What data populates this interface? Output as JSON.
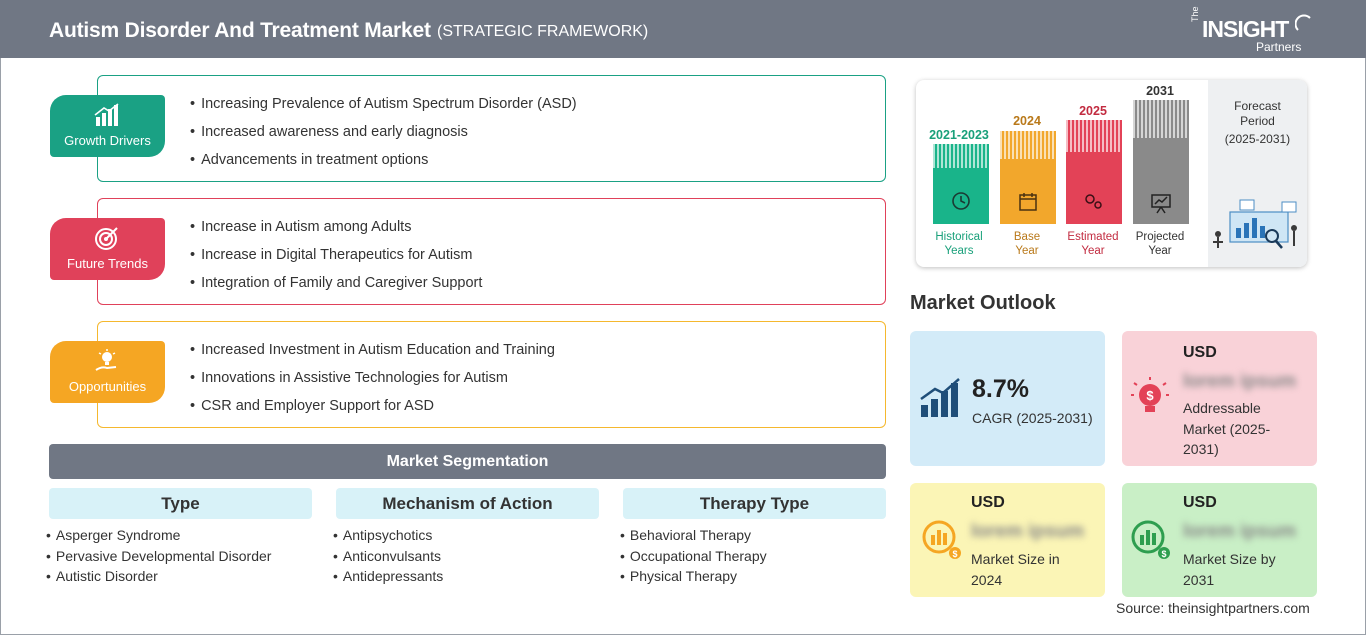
{
  "header": {
    "title": "Autism Disorder And Treatment Market",
    "subtitle": "(STRATEGIC FRAMEWORK)",
    "logo": {
      "the": "The",
      "brand": "INSIGHT",
      "partners": "Partners"
    }
  },
  "colors": {
    "header_bg": "#707784",
    "growth": "#1aa184",
    "trends": "#e0415a",
    "opportunities": "#f5a623",
    "historical": "#19b48a",
    "base": "#f2a72c",
    "estimated": "#e34257",
    "projected": "#8a8a8a"
  },
  "frameworks": [
    {
      "badge": "Growth Drivers",
      "icon": "bar-growth-icon",
      "items": [
        "Increasing Prevalence of Autism Spectrum Disorder (ASD)",
        "Increased awareness and early diagnosis",
        "Advancements in treatment options"
      ]
    },
    {
      "badge": "Future Trends",
      "icon": "target-icon",
      "items": [
        "Increase in Autism among Adults",
        "Increase in Digital Therapeutics for Autism",
        "Integration of Family and Caregiver Support"
      ]
    },
    {
      "badge": "Opportunities",
      "icon": "lightbulb-hand-icon",
      "items": [
        "Increased Investment in Autism Education and Training",
        "Innovations in Assistive Technologies for Autism",
        "CSR and Employer Support for ASD"
      ]
    }
  ],
  "segmentation": {
    "title": "Market Segmentation",
    "columns": [
      {
        "head": "Type",
        "items": [
          "Asperger Syndrome",
          "Pervasive Developmental Disorder",
          "Autistic Disorder"
        ]
      },
      {
        "head": "Mechanism of Action",
        "items": [
          "Antipsychotics",
          "Anticonvulsants",
          "Antidepressants"
        ]
      },
      {
        "head": "Therapy Type",
        "items": [
          "Behavioral Therapy",
          "Occupational Therapy",
          "Physical Therapy"
        ]
      }
    ]
  },
  "timeline": {
    "bars": [
      {
        "year": "2021-2023",
        "label_line1": "Historical",
        "label_line2": "Years",
        "icon": "history-icon"
      },
      {
        "year": "2024",
        "label_line1": "Base",
        "label_line2": "Year",
        "icon": "calendar-icon"
      },
      {
        "year": "2025",
        "label_line1": "Estimated",
        "label_line2": "Year",
        "icon": "gears-icon"
      },
      {
        "year": "2031",
        "label_line1": "Projected",
        "label_line2": "Year",
        "icon": "presentation-icon"
      }
    ],
    "forecast_line1": "Forecast",
    "forecast_line2": "Period",
    "forecast_line3": "(2025-2031)"
  },
  "outlook": {
    "title": "Market Outlook",
    "cagr": {
      "value": "8.7%",
      "label": "CAGR (2025-2031)"
    },
    "addressable": {
      "currency": "USD",
      "value": "lorem ipsum",
      "label_line1": "Addressable",
      "label_line2": "Market (2025-",
      "label_line3": "2031)"
    },
    "size2024": {
      "currency": "USD",
      "value": "lorem ipsum",
      "label_line1": "Market Size in",
      "label_line2": "2024"
    },
    "size2031": {
      "currency": "USD",
      "value": "lorem ipsum",
      "label_line1": "Market Size by",
      "label_line2": "2031"
    }
  },
  "source": "Source: theinsightpartners.com"
}
